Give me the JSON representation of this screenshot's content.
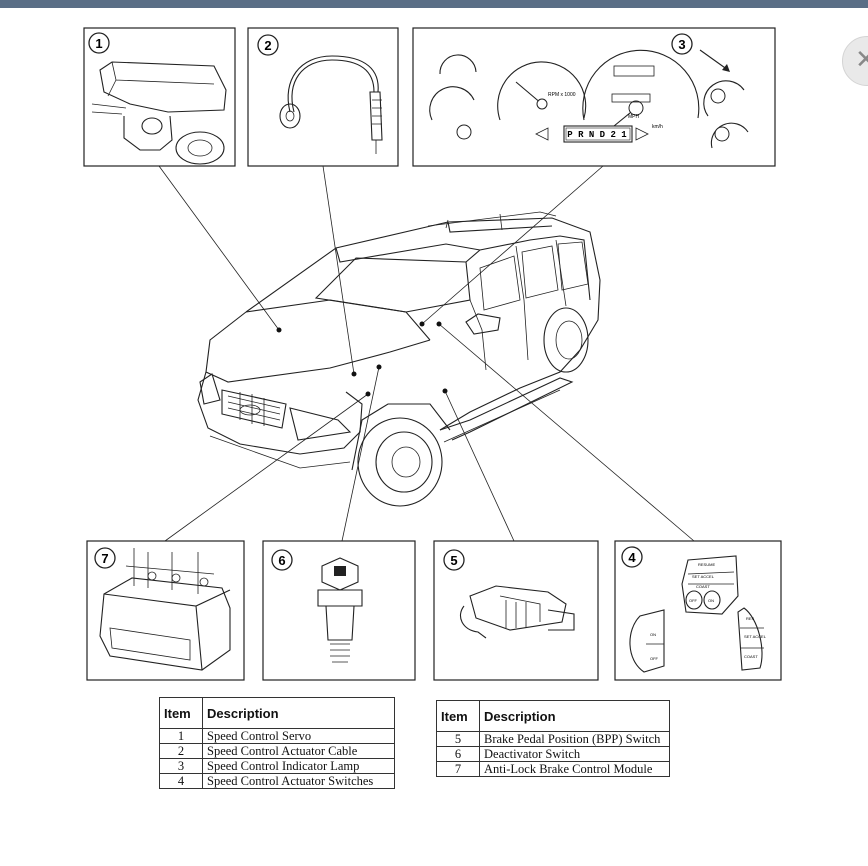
{
  "callouts": [
    "1",
    "2",
    "3",
    "4",
    "5",
    "6",
    "7"
  ],
  "cluster": {
    "gear_indicator": "P R N D 2 1",
    "rpm_label": "RPM x 1000",
    "speed_units": "km/h",
    "mph_label": "MPH"
  },
  "table_left": {
    "header_item": "Item",
    "header_description": "Description",
    "rows": [
      {
        "item": "1",
        "description": "Speed Control Servo"
      },
      {
        "item": "2",
        "description": "Speed Control Actuator Cable"
      },
      {
        "item": "3",
        "description": "Speed Control Indicator Lamp"
      },
      {
        "item": "4",
        "description": "Speed Control Actuator Switches"
      }
    ]
  },
  "table_right": {
    "header_item": "Item",
    "header_description": "Description",
    "rows": [
      {
        "item": "5",
        "description": "Brake Pedal Position (BPP) Switch"
      },
      {
        "item": "6",
        "description": "Deactivator Switch"
      },
      {
        "item": "7",
        "description": "Anti-Lock Brake Control Module"
      }
    ]
  },
  "switch_labels": [
    "RESUME",
    "SET ACCEL",
    "COAST",
    "OFF",
    "ON",
    "ON",
    "OFF",
    "RES",
    "SET ACCEL",
    "COAST"
  ]
}
